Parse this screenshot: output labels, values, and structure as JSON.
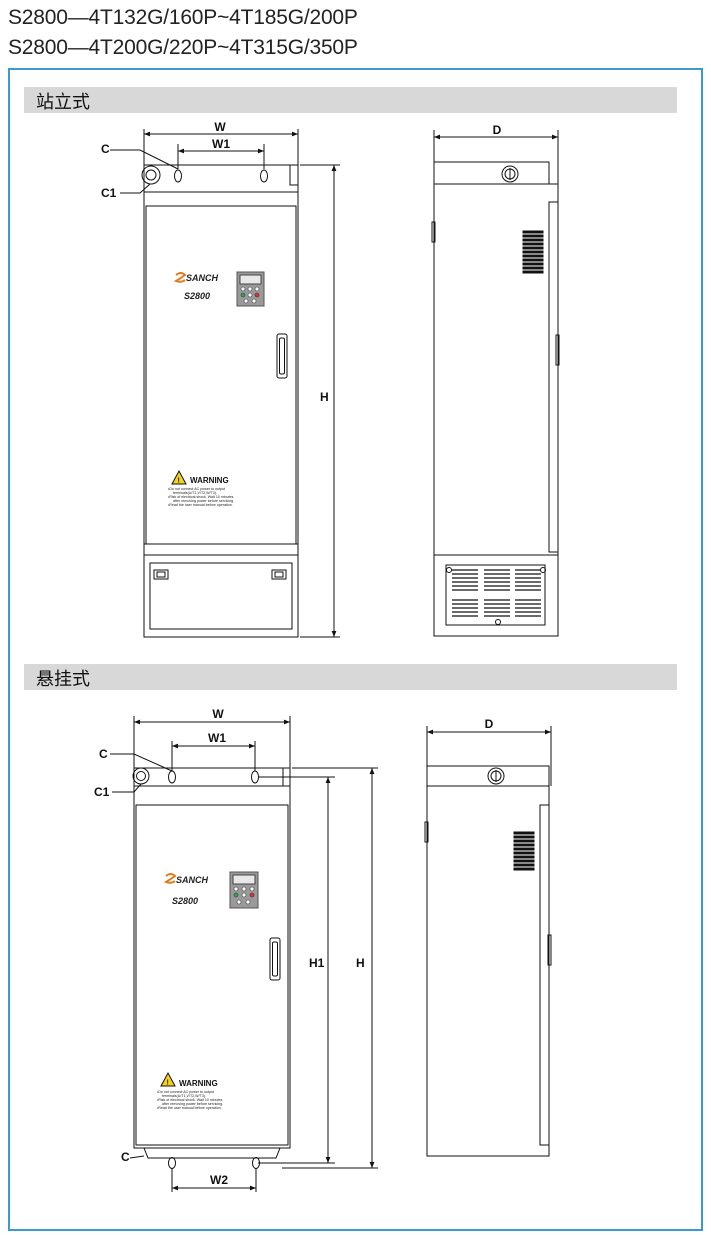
{
  "header": {
    "line1": "S2800—4T132G/160P~4T185G/200P",
    "line2": "S2800—4T200G/220P~4T315G/350P"
  },
  "sections": {
    "floor": {
      "label": "站立式"
    },
    "wall": {
      "label": "悬挂式"
    }
  },
  "dimensions": {
    "w": "W",
    "w1": "W1",
    "w2": "W2",
    "h": "H",
    "h1": "H1",
    "d": "D",
    "c": "C",
    "c1": "C1"
  },
  "front_panel": {
    "brand": "SANCH",
    "model": "S2800",
    "warning_title": "WARNING",
    "warning_lines": [
      "•Do not connect AC power to output",
      "terminals(U/T1,V/T2,W/T3).",
      "•Risk of electrical shock. Wait 10 minutes",
      "after removing power before servicing.",
      "•Read the user manual before operation."
    ]
  },
  "colors": {
    "frame": "#3d9ad1",
    "section_bar": "#d8d8d8",
    "line": "#111111"
  }
}
